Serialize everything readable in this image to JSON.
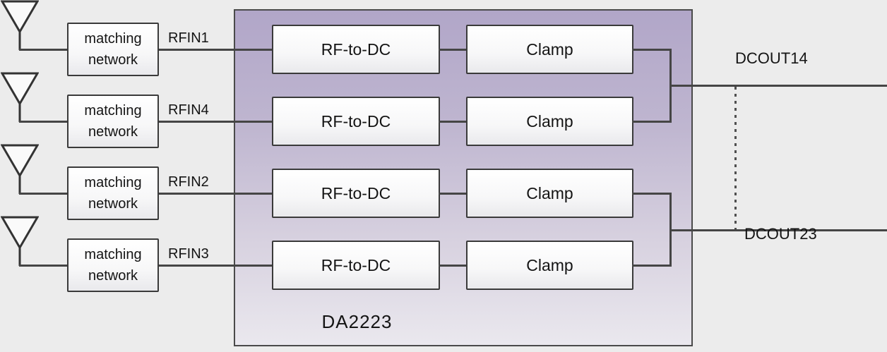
{
  "diagram": {
    "chip_name": "DA2223",
    "labels": {
      "matching_line1": "matching",
      "matching_line2": "network",
      "rf_to_dc": "RF-to-DC",
      "clamp": "Clamp"
    },
    "inputs": [
      {
        "label": "RFIN1"
      },
      {
        "label": "RFIN4"
      },
      {
        "label": "RFIN2"
      },
      {
        "label": "RFIN3"
      }
    ],
    "outputs": [
      {
        "label": "DCOUT14"
      },
      {
        "label": "DCOUT23"
      }
    ],
    "colors": {
      "background": "#ececec",
      "chip_gradient_top": "#b1a6c8",
      "chip_gradient_bottom": "#eae8ee",
      "box_fill": "#ffffff",
      "box_border": "#3a3a3a",
      "wire": "#454545",
      "text": "#141414"
    }
  }
}
